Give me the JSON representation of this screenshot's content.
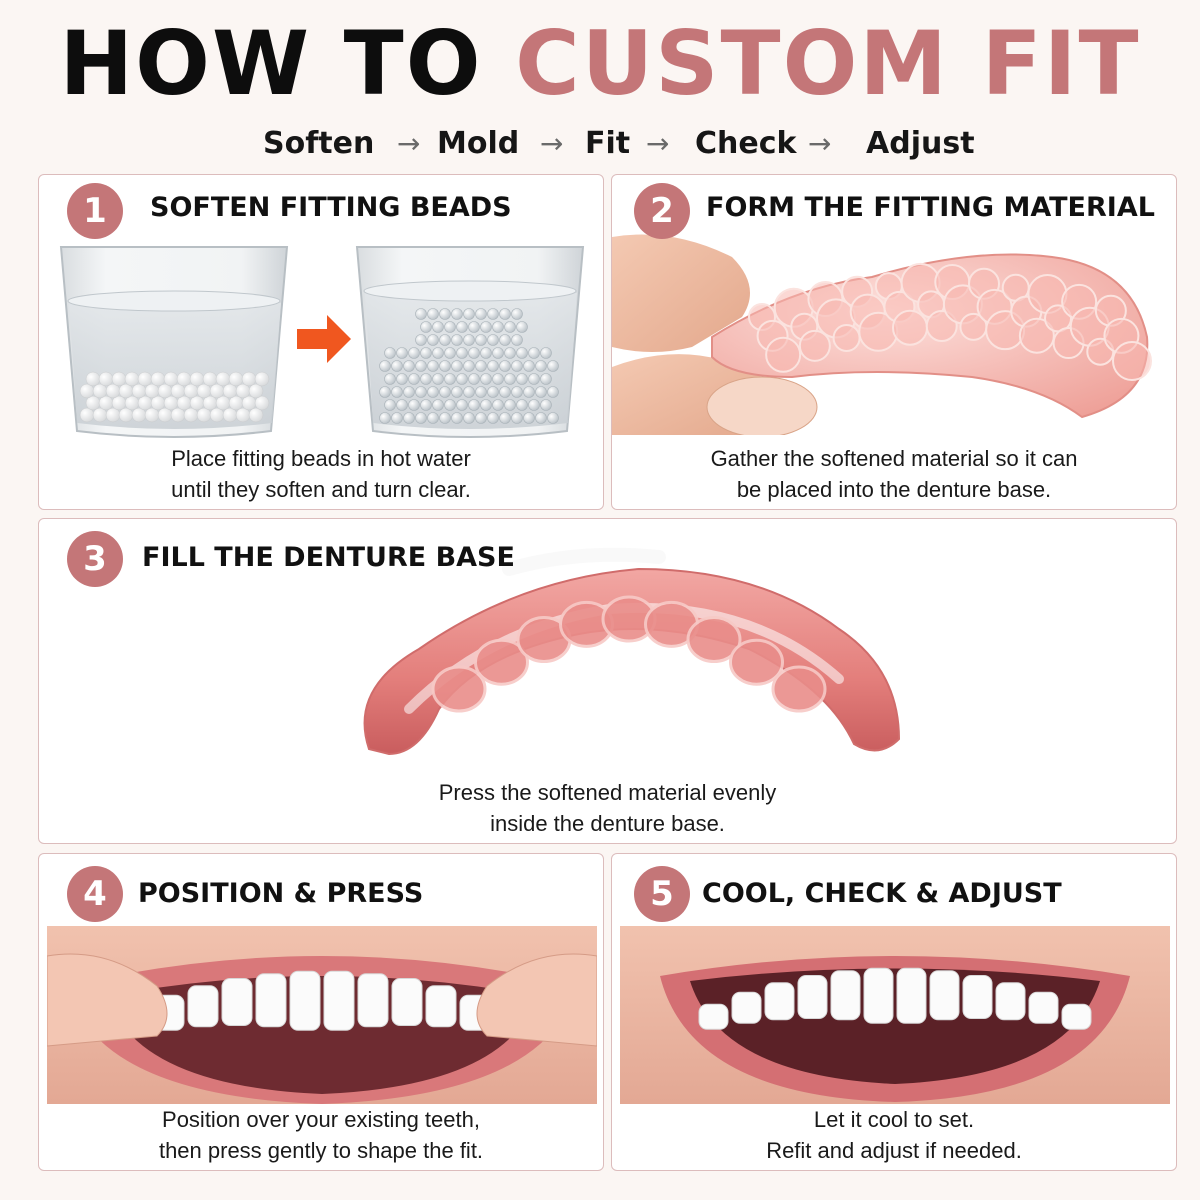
{
  "title": {
    "part1": "HOW TO ",
    "part2": "CUSTOM FIT"
  },
  "steps_flow": [
    "Soften",
    "Mold",
    "Fit",
    "Check",
    "Adjust"
  ],
  "steps": [
    {
      "number": "1",
      "heading": "SOFTEN FITTING BEADS",
      "caption_line1": "Place fitting beads in hot water",
      "caption_line2": "until they soften and turn clear."
    },
    {
      "number": "2",
      "heading": "FORM THE FITTING MATERIAL",
      "caption_line1": "Gather the softened material so it can",
      "caption_line2": "be placed into the denture base."
    },
    {
      "number": "3",
      "heading": "FILL THE DENTURE BASE",
      "caption_line1": "Press the softened material evenly",
      "caption_line2": "inside the denture base."
    },
    {
      "number": "4",
      "heading": "POSITION & PRESS",
      "caption_line1": "Position over your existing teeth,",
      "caption_line2": "then press gently to shape the fit."
    },
    {
      "number": "5",
      "heading": "COOL, CHECK & ADJUST",
      "caption_line1": "Let it cool to set.",
      "caption_line2": "Refit and adjust if needed."
    }
  ],
  "colors": {
    "accent": "#c47678",
    "background": "#fbf6f3",
    "panel_border": "#dcbcbc"
  }
}
